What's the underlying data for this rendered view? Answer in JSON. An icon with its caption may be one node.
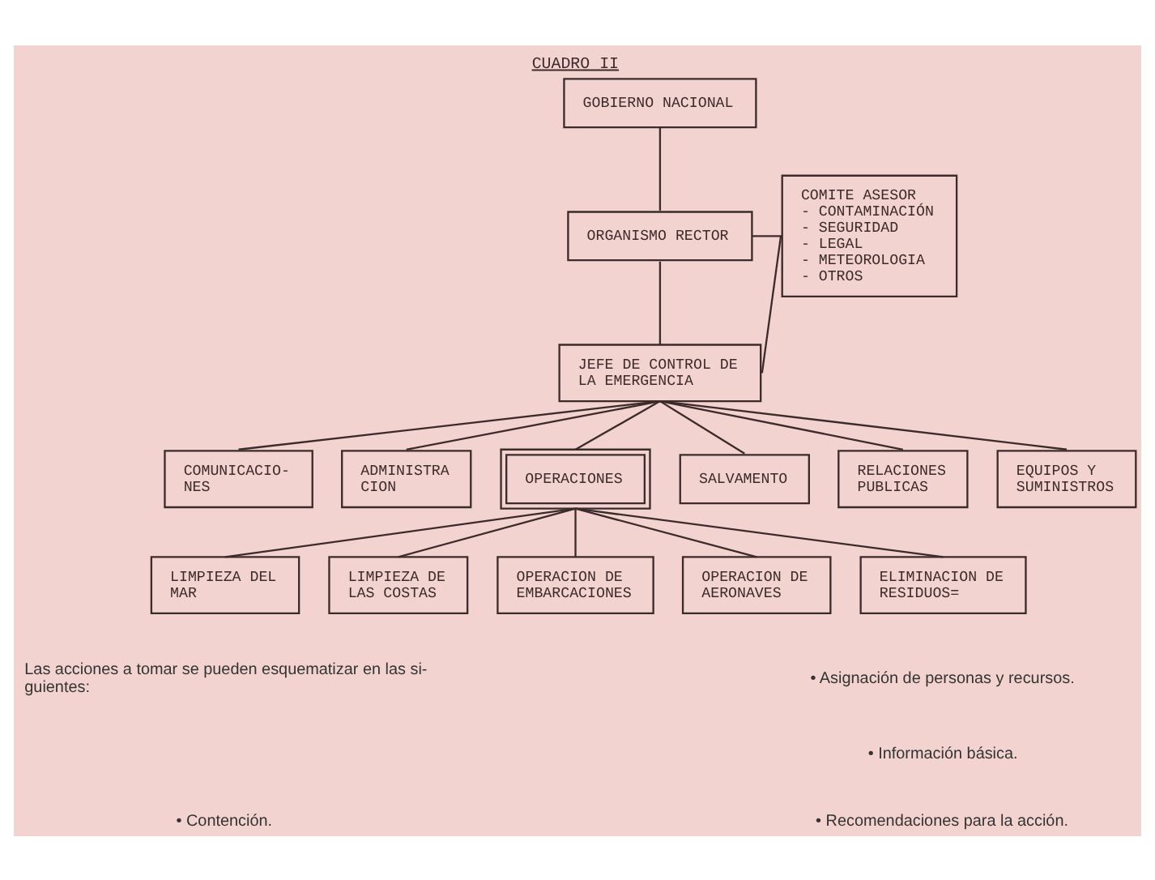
{
  "diagram": {
    "title": "CUADRO II",
    "nodes": [
      {
        "text": [
          "GOBIERNO NACIONAL"
        ]
      },
      {
        "text": [
          "ORGANISMO RECTOR"
        ]
      },
      {
        "text": [
          "COMITE ASESOR",
          "- CONTAMINACIÓN",
          "- SEGURIDAD",
          "- LEGAL",
          "- METEOROLOGIA",
          "- OTROS"
        ]
      },
      {
        "text": [
          "JEFE DE CONTROL DE LA EMERGENCIA"
        ]
      },
      {
        "text": [
          "COMUNICACIO- NES"
        ]
      },
      {
        "text": [
          "ADMINISTRA CION"
        ]
      },
      {
        "text": [
          "OPERACIONES"
        ]
      },
      {
        "text": [
          "SALVAMENTO"
        ]
      },
      {
        "text": [
          "RELACIONES PUBLICAS"
        ]
      },
      {
        "text": [
          "EQUIPOS Y SUMINISTROS"
        ]
      },
      {
        "text": [
          "LIMPIEZA DEL MAR"
        ]
      },
      {
        "text": [
          "LIMPIEZA DE LAS COSTAS"
        ]
      },
      {
        "text": [
          "OPERACION DE EMBARCACIONES"
        ]
      },
      {
        "text": [
          "OPERACION DE AERONAVES"
        ]
      },
      {
        "text": [
          "ELIMINACION DE RESIDUOS="
        ]
      }
    ],
    "edges": [
      {
        "from": 0,
        "to": 1,
        "arrow": "none"
      },
      {
        "from": 1,
        "to": 2,
        "arrow": "none"
      },
      {
        "from": 1,
        "to": 3,
        "arrow": "none"
      },
      {
        "from": 3,
        "to": 2,
        "arrow": "none"
      },
      {
        "from": 3,
        "to": 4,
        "arrow": "none"
      },
      {
        "from": 3,
        "to": 5,
        "arrow": "none"
      },
      {
        "from": 3,
        "to": 6,
        "arrow": "none"
      },
      {
        "from": 3,
        "to": 7,
        "arrow": "none"
      },
      {
        "from": 3,
        "to": 8,
        "arrow": "none"
      },
      {
        "from": 3,
        "to": 9,
        "arrow": "none"
      },
      {
        "from": 6,
        "to": 10,
        "arrow": "none"
      },
      {
        "from": 6,
        "to": 11,
        "arrow": "none"
      },
      {
        "from": 6,
        "to": 12,
        "arrow": "none"
      },
      {
        "from": 6,
        "to": 13,
        "arrow": "none"
      },
      {
        "from": 6,
        "to": 14,
        "arrow": "none"
      }
    ],
    "labels": [
      "Las acciones a tomar se pueden esquematizar en las si- guientes:",
      "• Contención.",
      "• Asignación de personas y recursos.",
      "• Información básica.",
      "• Recomendaciones para la acción."
    ]
  }
}
